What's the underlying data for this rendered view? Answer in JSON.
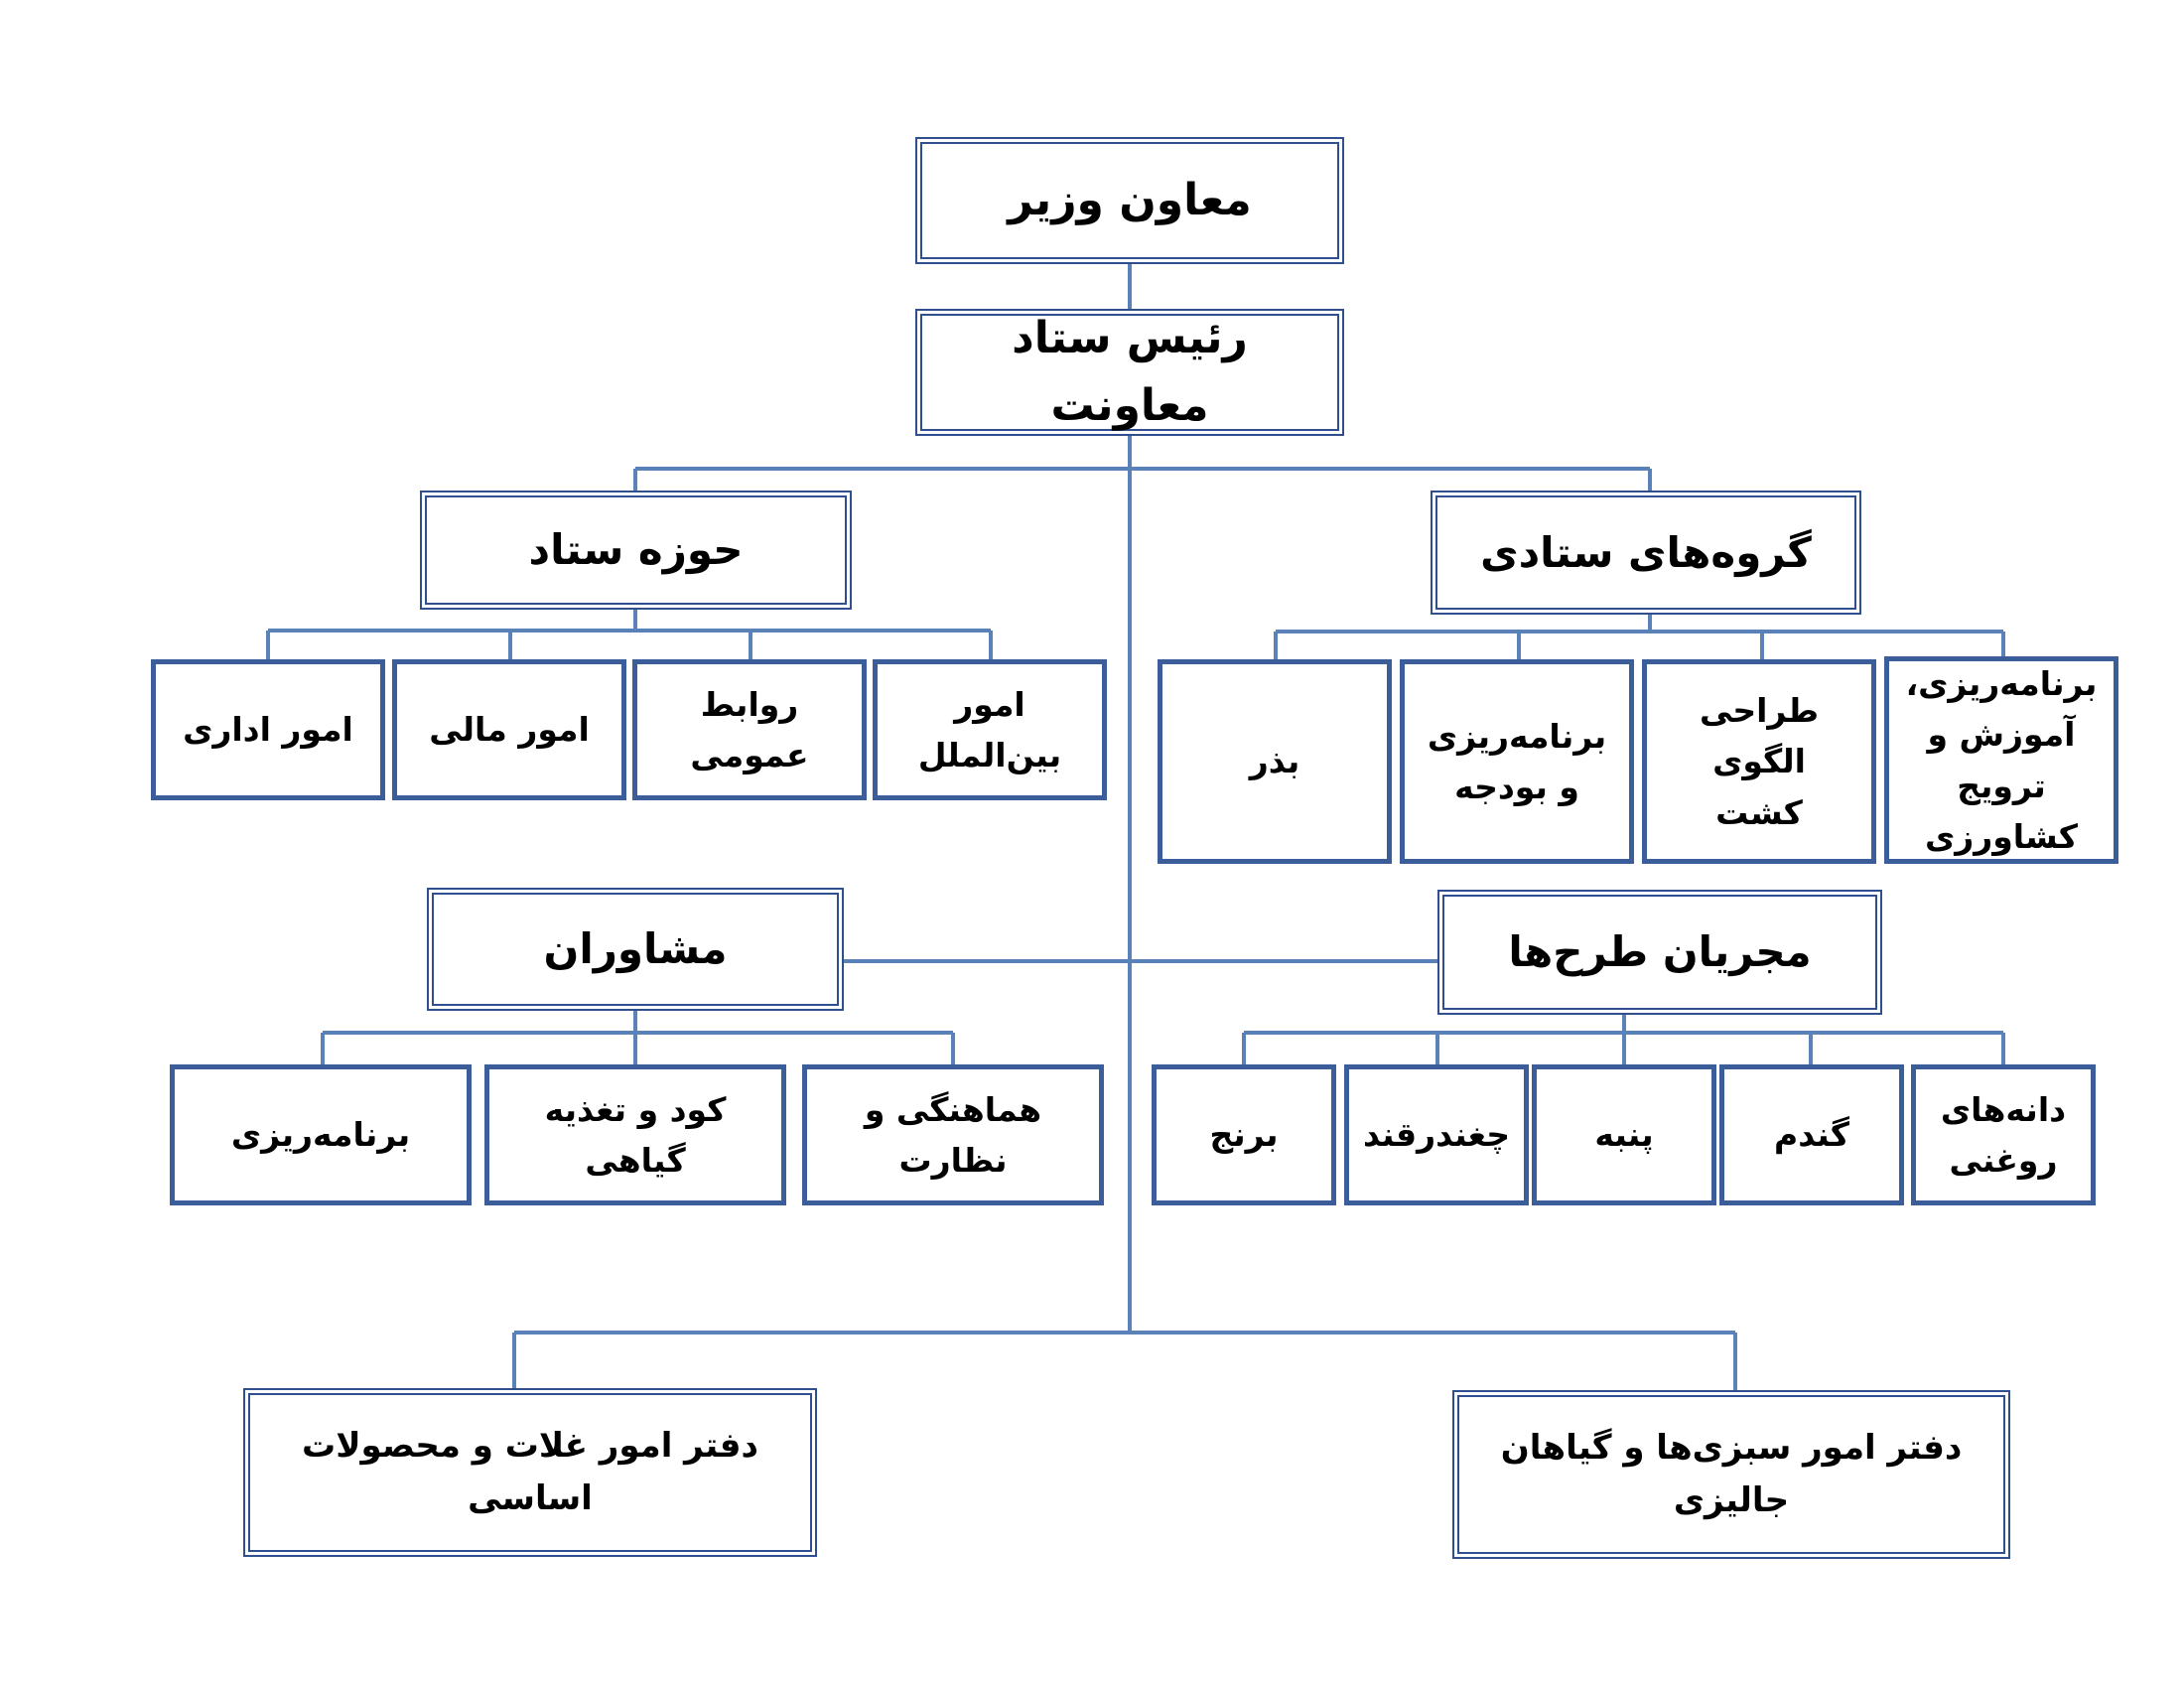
{
  "top": {
    "deputy": "معاون وزیر",
    "head": "رئیس ستاد معاونت"
  },
  "hozeh_setad": {
    "title": "حوزه ستاد",
    "items": [
      "امور اداری",
      "امور مالی",
      "روابط عمومی",
      "امور بین‌الملل"
    ]
  },
  "groups_setadi": {
    "title": "گروه‌های ستادی",
    "items": [
      "بذر",
      "برنامه‌ریزی و بودجه",
      "طراحی الگوی کشت",
      "برنامه‌ریزی، آموزش و ترویج کشاورزی"
    ]
  },
  "moshaveran": {
    "title": "مشاوران",
    "items": [
      "برنامه‌ریزی",
      "کود و تغذیه گیاهی",
      "هماهنگی و نظارت"
    ]
  },
  "mojrian": {
    "title": "مجریان طرح‌ها",
    "items": [
      "برنج",
      "چغندرقند",
      "پنبه",
      "گندم",
      "دانه‌های روغنی"
    ]
  },
  "offices": {
    "grains": "دفتر امور غلات و محصولات اساسی",
    "vegetables": "دفتر امور سبزی‌ها و گیاهان جالیزی"
  },
  "colors": {
    "border": "#2f4f8f",
    "line": "#5a82b8"
  }
}
